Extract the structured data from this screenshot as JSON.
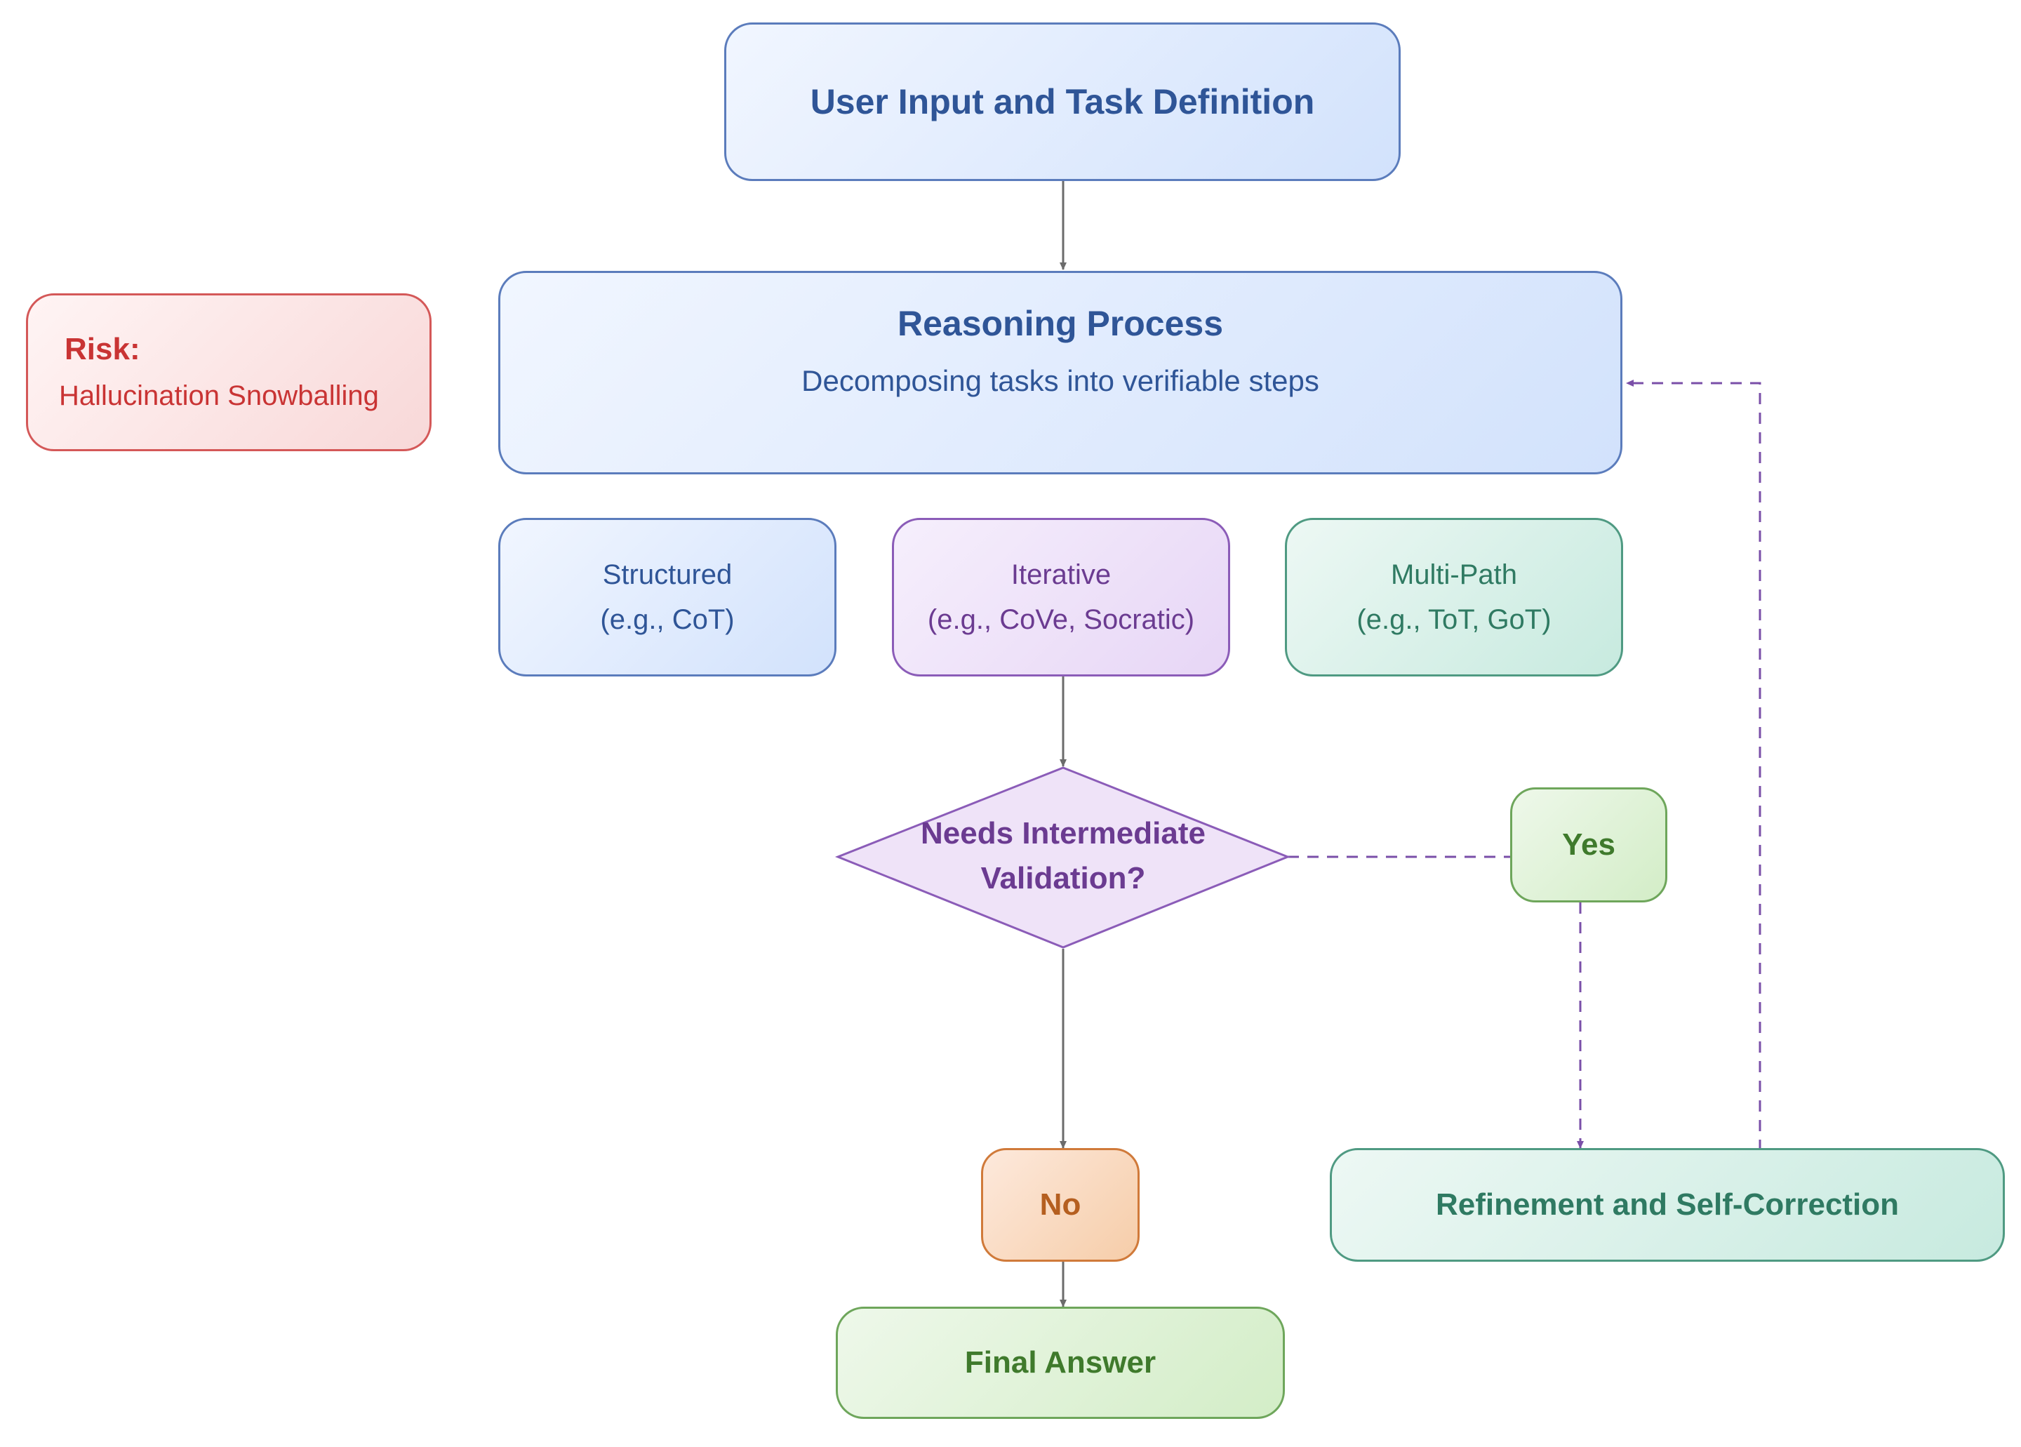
{
  "nodes": {
    "user_input": {
      "title": "User Input and Task Definition"
    },
    "reasoning": {
      "title": "Reasoning Process",
      "subtitle": "Decomposing tasks into verifiable steps"
    },
    "risk": {
      "title": "Risk:",
      "text": "Hallucination Snowballing"
    },
    "structured": {
      "line1": "Structured",
      "line2": "(e.g., CoT)"
    },
    "iterative": {
      "line1": "Iterative",
      "line2": "(e.g., CoVe, Socratic)"
    },
    "multipath": {
      "line1": "Multi-Path",
      "line2": "(e.g., ToT, GoT)"
    },
    "decision": {
      "line1": "Needs Intermediate",
      "line2": "Validation?"
    },
    "yes": {
      "label": "Yes"
    },
    "no": {
      "label": "No"
    },
    "refinement": {
      "title": "Refinement and Self-Correction"
    },
    "final": {
      "title": "Final Answer"
    }
  },
  "colors": {
    "solid_arrow": "#6b6b6b",
    "dashed_arrow": "#7a4fa8"
  }
}
